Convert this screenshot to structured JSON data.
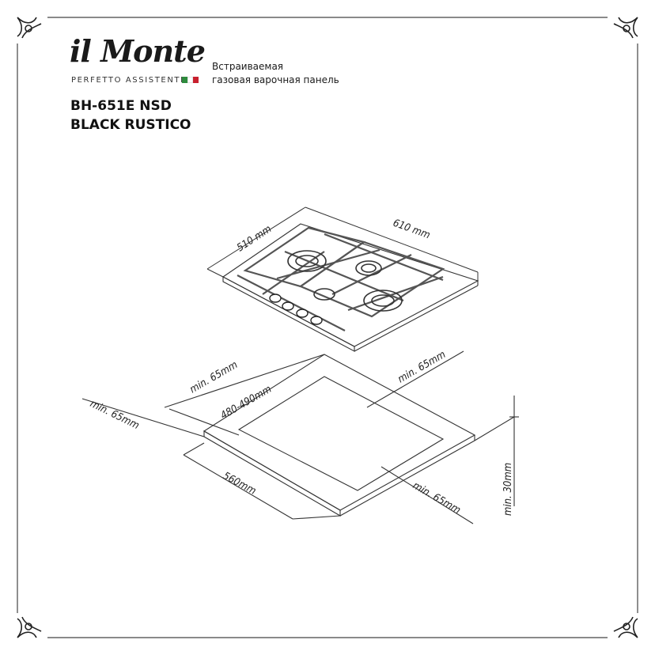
{
  "brand": {
    "logo_text": "il Monte",
    "tagline": "PERFETTO ASSISTENTE",
    "flag_colors": [
      "#2e8b3e",
      "#ffffff",
      "#c8202e"
    ]
  },
  "product": {
    "type_line1": "Встраиваемая",
    "type_line2": "газовая варочная панель",
    "model_line1": "BH-651E NSD",
    "model_line2": "BLACK RUSTICO"
  },
  "dimensions": {
    "hob_depth": "510 mm",
    "hob_width": "610 mm",
    "clearance_back_left": "min. 65mm",
    "cutout_depth": "480-490mm",
    "clearance_right": "min. 65mm",
    "clearance_left": "min. 65mm",
    "cutout_width": "560mm",
    "clearance_front": "min. 65mm",
    "countertop_thickness": "min. 30mm"
  },
  "icons": [
    "corner-ornament-icon"
  ]
}
